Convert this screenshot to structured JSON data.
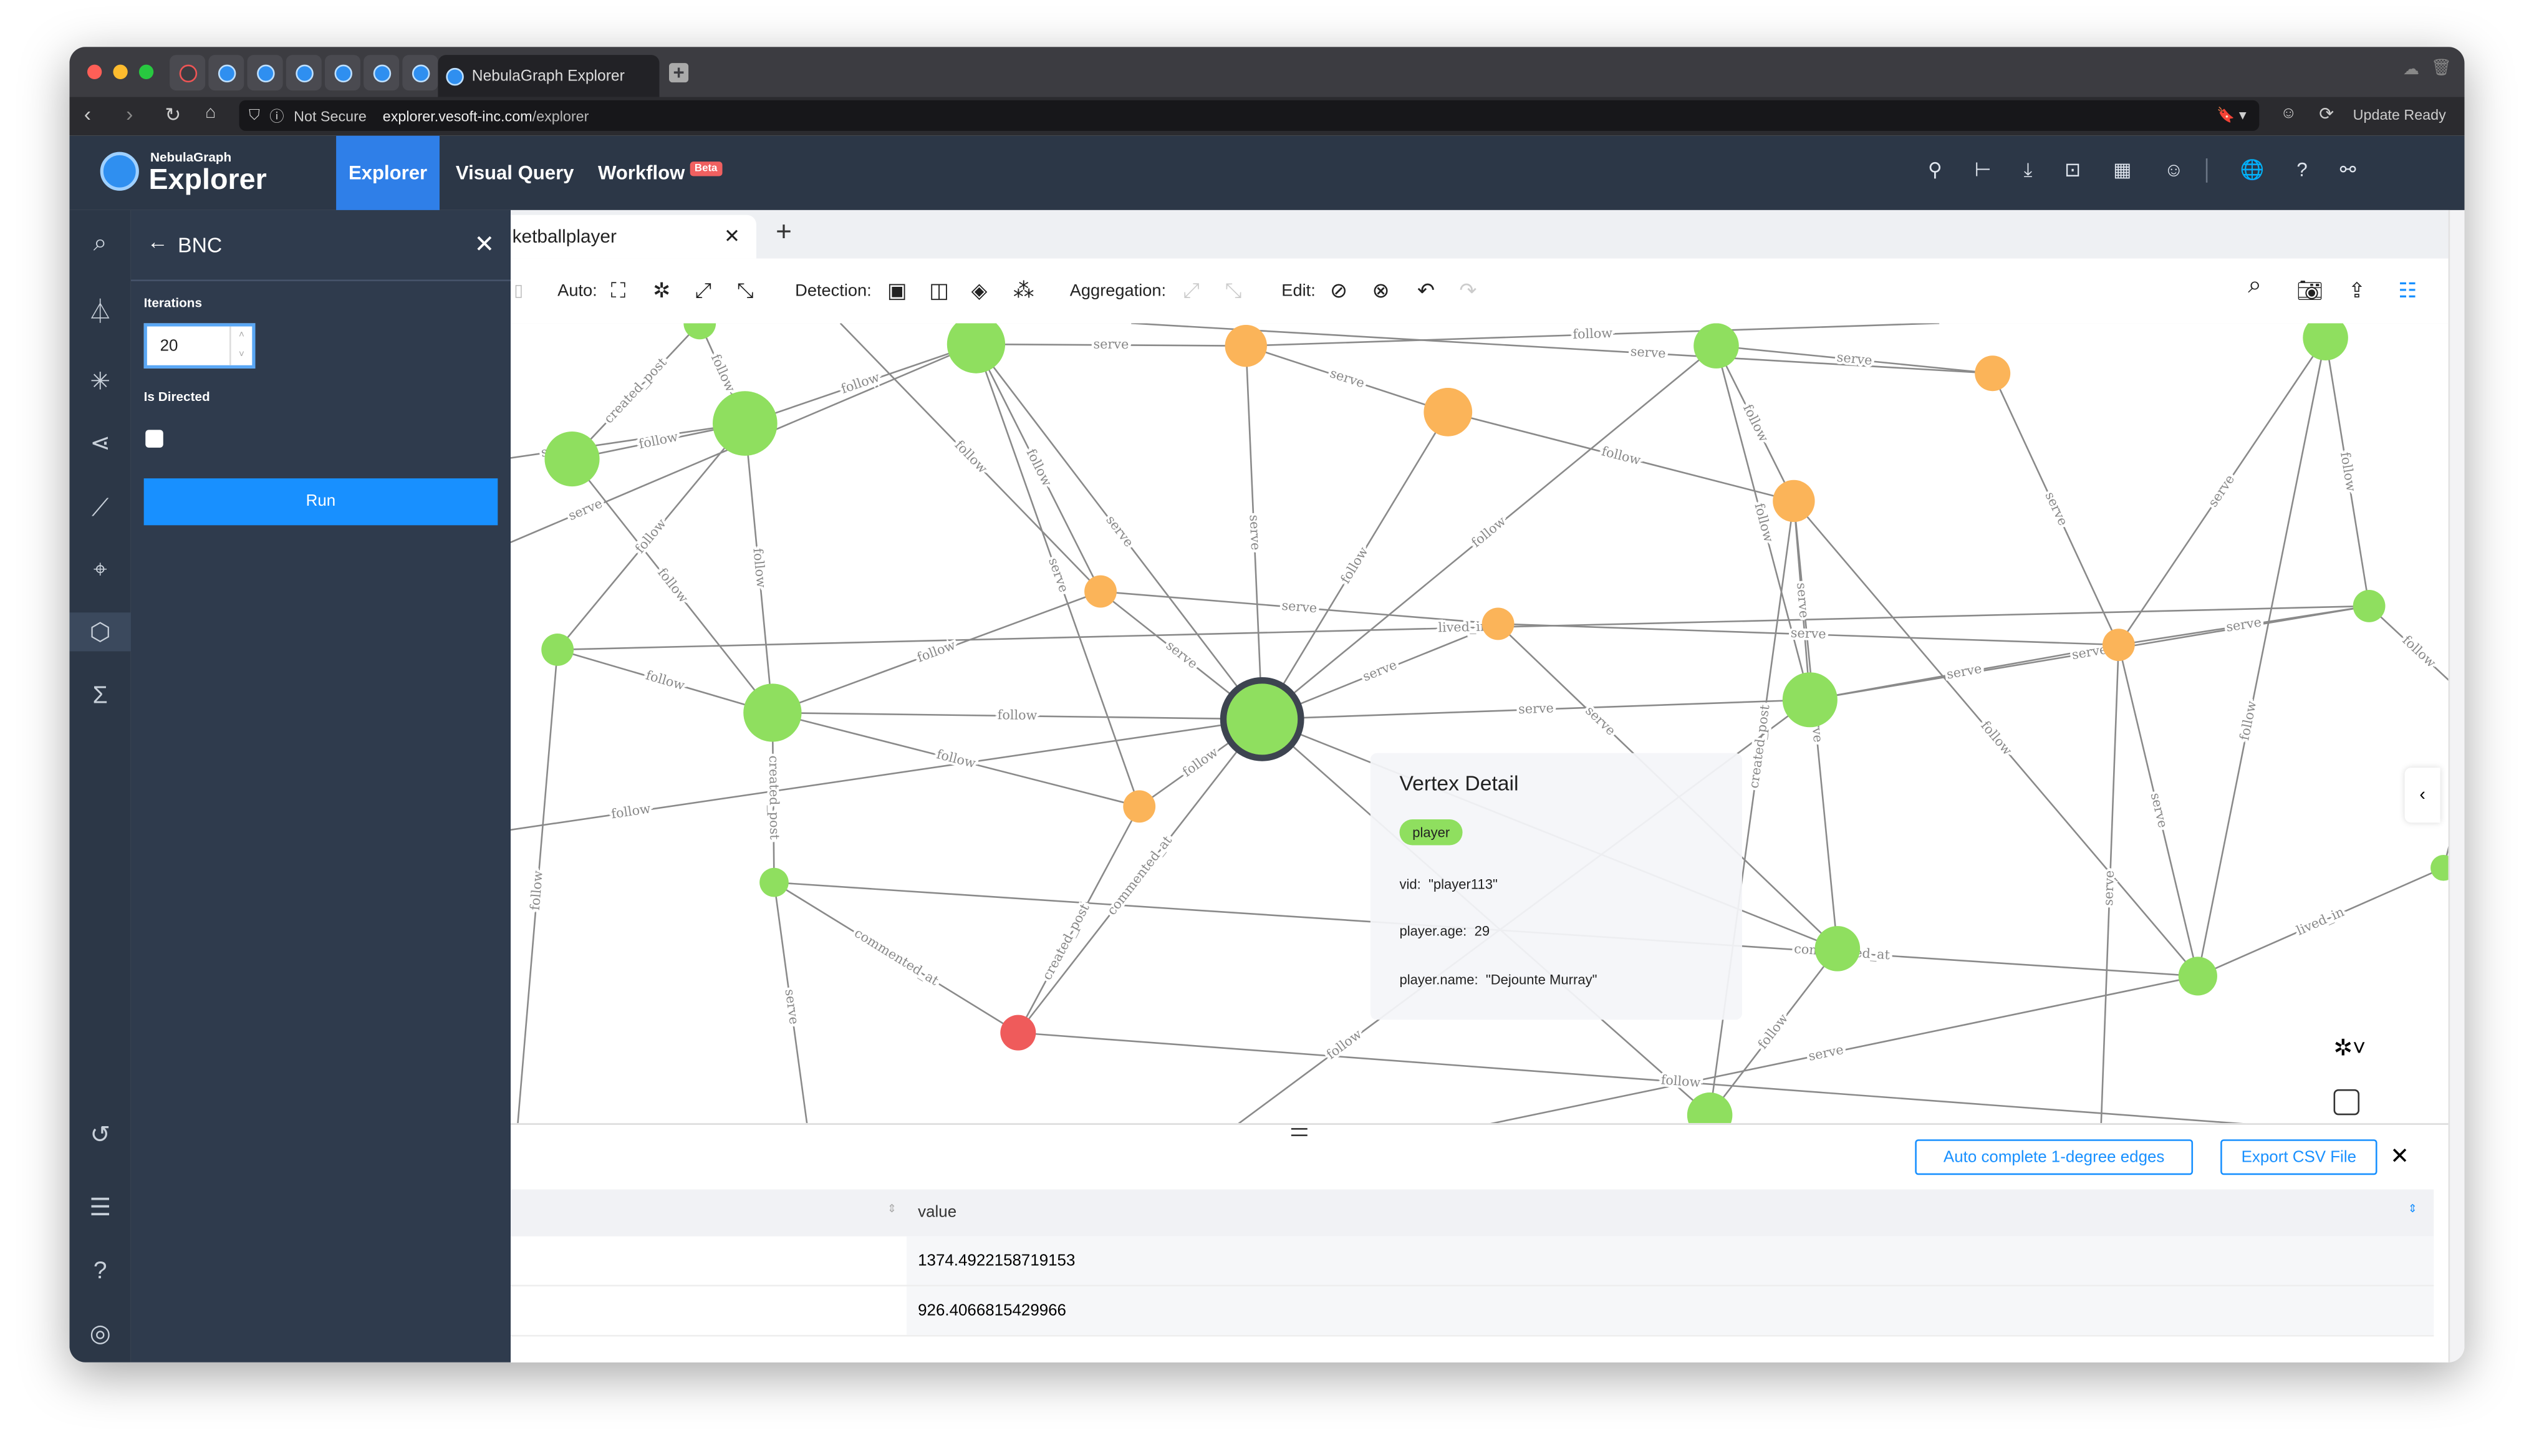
{
  "browser": {
    "active_tab_title": "NebulaGraph Explorer",
    "security_label": "Not Secure",
    "url_host": "explorer.vesoft-inc.com",
    "url_path": "/explorer",
    "update_label": "Update Ready"
  },
  "app": {
    "logo_top": "NebulaGraph",
    "logo_bottom": "Explorer",
    "nav": [
      {
        "label": "Explorer",
        "active": true
      },
      {
        "label": "Visual Query",
        "active": false
      },
      {
        "label": "Workflow",
        "active": false,
        "badge": "Beta"
      }
    ]
  },
  "panel": {
    "title": "BNC",
    "iterations_label": "Iterations",
    "iterations_value": "20",
    "directed_label": "Is Directed",
    "directed_checked": false,
    "run_label": "Run"
  },
  "main": {
    "tab_label": "ketballplayer",
    "toolbar": {
      "auto_label": "Auto:",
      "detection_label": "Detection:",
      "aggregation_label": "Aggregation:",
      "edit_label": "Edit:"
    }
  },
  "graph": {
    "edge_labels": [
      "follow",
      "serve",
      "commented_at",
      "created_post",
      "lived_in"
    ],
    "colors": {
      "player": "#8fdf5f",
      "team": "#fbb459",
      "post": "#ef5b5b"
    }
  },
  "vertex_detail": {
    "title": "Vertex Detail",
    "tag": "player",
    "props": [
      {
        "key": "vid:",
        "value": "\"player113\""
      },
      {
        "key": "player.age:",
        "value": "29"
      },
      {
        "key": "player.name:",
        "value": "\"Dejounte Murray\""
      }
    ]
  },
  "bottom": {
    "auto_complete_label": "Auto complete 1-degree edges",
    "export_label": "Export CSV File",
    "column_header": "value",
    "rows": [
      "1374.4922158719153",
      "926.4066815429966"
    ]
  },
  "accent": "#1890ff"
}
